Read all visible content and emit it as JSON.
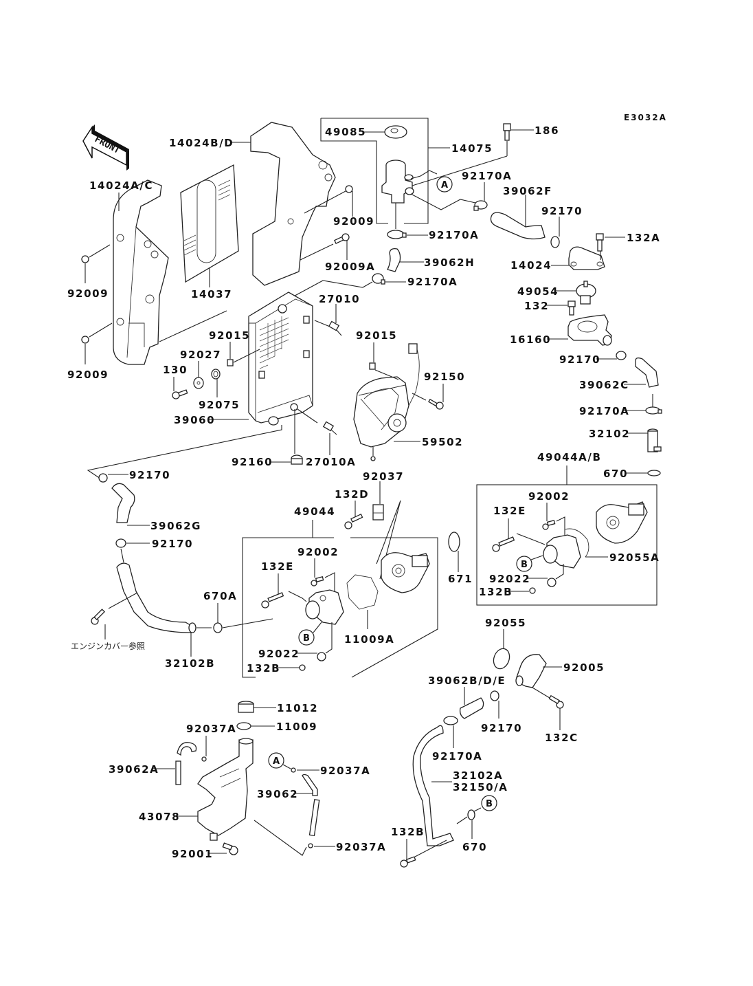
{
  "diagram": {
    "code": "E3032A",
    "front_label": "FRONT",
    "japanese_note": "エンジンカバー参照",
    "reference_markers": {
      "a": "A",
      "b": "B"
    },
    "labels": {
      "p14024BD": "14024B/D",
      "p14024AC": "14024A/C",
      "p14037": "14037",
      "p92009_top": "92009",
      "p92009_left1": "92009",
      "p92009_left2": "92009",
      "p92009A": "92009A",
      "p49085": "49085",
      "p14075": "14075",
      "p186": "186",
      "p92170A_1": "92170A",
      "p39062F": "39062F",
      "p92170_1": "92170",
      "p132A": "132A",
      "p92170A_2": "92170A",
      "p39062H": "39062H",
      "p14024": "14024",
      "p92170A_3": "92170A",
      "p49054": "49054",
      "p132": "132",
      "p27010": "27010",
      "p16160": "16160",
      "p92015_1": "92015",
      "p92015_2": "92015",
      "p92170_2": "92170",
      "p92027": "92027",
      "p130": "130",
      "p92150": "92150",
      "p39062C": "39062C",
      "p92075": "92075",
      "p39060": "39060",
      "p92170A_4": "92170A",
      "p59502": "59502",
      "p32102": "32102",
      "p92160": "92160",
      "p27010A": "27010A",
      "p49044AB": "49044A/B",
      "p670_1": "670",
      "p92170_3": "92170",
      "p92037": "92037",
      "p132D": "132D",
      "p49044": "49044",
      "p92002_1": "92002",
      "p132E_1": "132E",
      "p39062G": "39062G",
      "p92170_4": "92170",
      "p92002_2": "92002",
      "p132E_2": "132E",
      "p92055A": "92055A",
      "p671": "671",
      "p92022_1": "92022",
      "p132B_1": "132B",
      "p670A": "670A",
      "p11009A": "11009A",
      "p92022_2": "92022",
      "p132B_2": "132B",
      "p32102B": "32102B",
      "p92055": "92055",
      "p92005": "92005",
      "p39062BDE": "39062B/D/E",
      "p92170_5": "92170",
      "p132C": "132C",
      "p11012": "11012",
      "p11009": "11009",
      "p92037A_1": "92037A",
      "p39062A": "39062A",
      "p92037A_2": "92037A",
      "p39062": "39062",
      "p92170A_5": "92170A",
      "p32102A": "32102A",
      "p32150A": "32150/A",
      "p43078": "43078",
      "p670_2": "670",
      "p132B_3": "132B",
      "p92001": "92001",
      "p92037A_3": "92037A"
    }
  }
}
